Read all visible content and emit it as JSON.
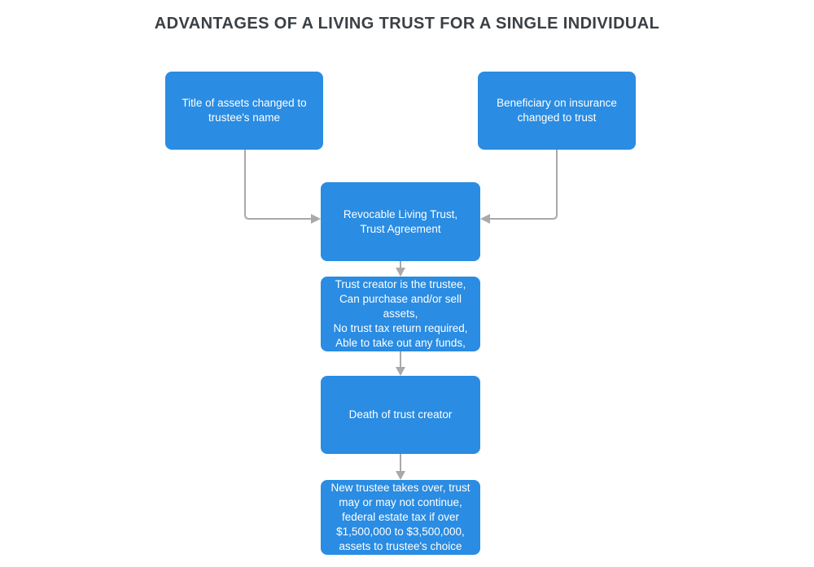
{
  "title": "ADVANTAGES OF A LIVING TRUST FOR A SINGLE INDIVIDUAL",
  "colors": {
    "background": "#ffffff",
    "node_fill": "#2a8ce2",
    "node_text": "#ffffff",
    "connector": "#a9a9a9",
    "title_text": "#3b4045"
  },
  "nodes": [
    {
      "id": "assets-title",
      "lines": [
        "Title of assets changed to",
        "trustee's name"
      ]
    },
    {
      "id": "insurance-beneficiary",
      "lines": [
        "Beneficiary on insurance",
        "changed to trust"
      ]
    },
    {
      "id": "revocable-trust",
      "lines": [
        "Revocable Living Trust,",
        "Trust Agreement"
      ]
    },
    {
      "id": "trustee-powers",
      "lines": [
        "Trust creator is the trustee,",
        "Can purchase and/or sell",
        "assets,",
        "No trust tax return required,",
        "Able to take out any funds,"
      ]
    },
    {
      "id": "death-of-creator",
      "lines": [
        "Death of trust creator"
      ]
    },
    {
      "id": "new-trustee",
      "lines": [
        "New trustee takes over, trust",
        "may or may not continue,",
        "federal estate tax if over",
        "$1,500,000 to $3,500,000,",
        "assets to trustee's choice"
      ]
    }
  ],
  "edges": [
    {
      "from": "assets-title",
      "to": "revocable-trust"
    },
    {
      "from": "insurance-beneficiary",
      "to": "revocable-trust"
    },
    {
      "from": "revocable-trust",
      "to": "trustee-powers"
    },
    {
      "from": "trustee-powers",
      "to": "death-of-creator"
    },
    {
      "from": "death-of-creator",
      "to": "new-trustee"
    }
  ]
}
